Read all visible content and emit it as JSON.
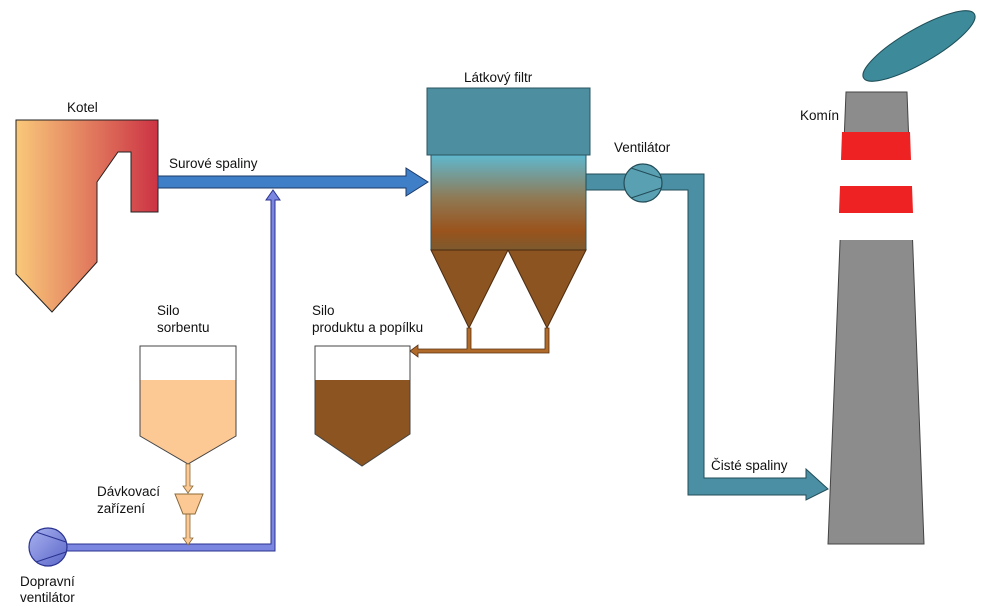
{
  "labels": {
    "boiler": "Kotel",
    "raw_flue_gas": "Surové spaliny",
    "fabric_filter": "Látkový filtr",
    "fan": "Ventilátor",
    "stack": "Komín",
    "sorbent_silo_line1": "Silo",
    "sorbent_silo_line2": "sorbentu",
    "product_silo_line1": "Silo",
    "product_silo_line2": "produktu a popílku",
    "dosing_line1": "Dávkovací",
    "dosing_line2": "zařízení",
    "clean_flue_gas": "Čisté spaliny",
    "conveying_fan_line1": "Dopravní",
    "conveying_fan_line2": "ventilátor"
  },
  "colors": {
    "boiler_gradient": [
      "#f9c97a",
      "#cc3344"
    ],
    "raw_gas_pipe": "#3f7fc8",
    "clean_gas_pipe": "#4a8fa3",
    "filter_housing": "#4d8fa0",
    "filter_gradient": [
      "#5fb5cc",
      "#a05a2a",
      "#8a5a2a"
    ],
    "hopper": "#8b5420",
    "sorbent": "#fcc893",
    "ash_product": "#8b5420",
    "conveying_air": "#7a86e0",
    "stack_gray": "#8c8c8c",
    "stack_red": "#ee2222",
    "plume": "#3d8a9a"
  }
}
